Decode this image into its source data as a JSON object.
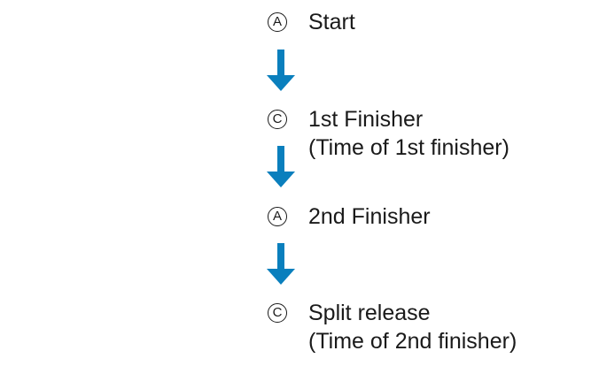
{
  "colors": {
    "arrow": "#0a7fbd",
    "text": "#1a1a1a"
  },
  "steps": [
    {
      "marker": "A",
      "label": "Start",
      "sub": ""
    },
    {
      "marker": "C",
      "label": "1st Finisher",
      "sub": "(Time of 1st finisher)"
    },
    {
      "marker": "A",
      "label": "2nd Finisher",
      "sub": ""
    },
    {
      "marker": "C",
      "label": "Split release",
      "sub": "(Time of 2nd finisher)"
    }
  ]
}
